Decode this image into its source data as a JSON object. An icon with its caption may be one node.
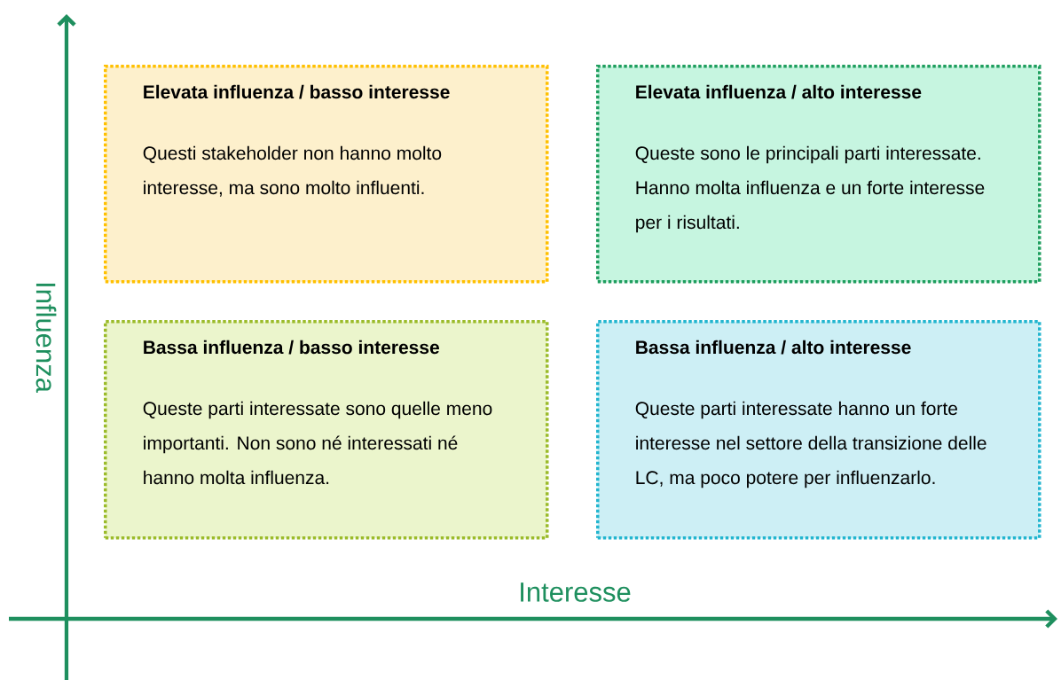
{
  "diagram": {
    "nodes": [
      {
        "text": [
          "Elevata influenza / basso interesse",
          "Questi stakeholder non hanno molto interesse, ma sono molto influenti."
        ]
      },
      {
        "text": [
          "Elevata influenza / alto interesse",
          "Queste sono le principali parti interessate. Hanno molta influenza e un forte interesse per i risultati."
        ]
      },
      {
        "text": [
          "Bassa influenza / basso interesse",
          "Queste parti interessate sono quelle meno importanti. Non sono né interessati né hanno molta influenza."
        ]
      },
      {
        "text": [
          "Bassa influenza / alto interesse",
          "Queste parti interessate hanno un forte interesse nel settore della transizione delle LC, ma poco potere per influenzarlo."
        ]
      }
    ],
    "labels": [
      "Influenza",
      "Interesse"
    ]
  }
}
